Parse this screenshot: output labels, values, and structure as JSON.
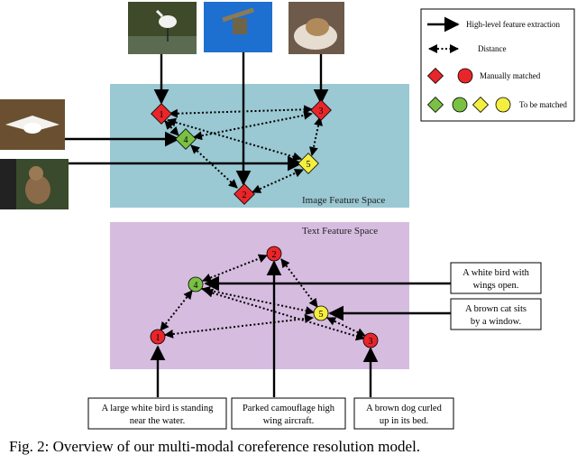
{
  "legend": {
    "extraction": "High-level feature extraction",
    "distance": "Distance",
    "manual": "Manually matched",
    "tobe": "To be matched"
  },
  "spaces": {
    "image": "Image Feature Space",
    "text": "Text Feature Space"
  },
  "image_nodes": [
    "1",
    "2",
    "3",
    "4",
    "5"
  ],
  "text_nodes": [
    "1",
    "2",
    "3",
    "4",
    "5"
  ],
  "captions": {
    "bird_standing": [
      "A large white bird is standing",
      "near the water."
    ],
    "aircraft": [
      "Parked camouflage high",
      "wing aircraft."
    ],
    "dog": [
      "A brown dog curled",
      "up in its bed."
    ],
    "bird_wings": [
      "A white bird with",
      "wings open."
    ],
    "cat": [
      "A brown cat sits",
      "by a window."
    ]
  },
  "figure_caption": "Fig. 2: Overview of our multi-modal coreference resolution model.",
  "colors": {
    "image_space": "#9ac8d3",
    "text_space": "#d6bde0",
    "red": "#e8262a",
    "green": "#7ac143",
    "yellow": "#f4ee3f"
  }
}
